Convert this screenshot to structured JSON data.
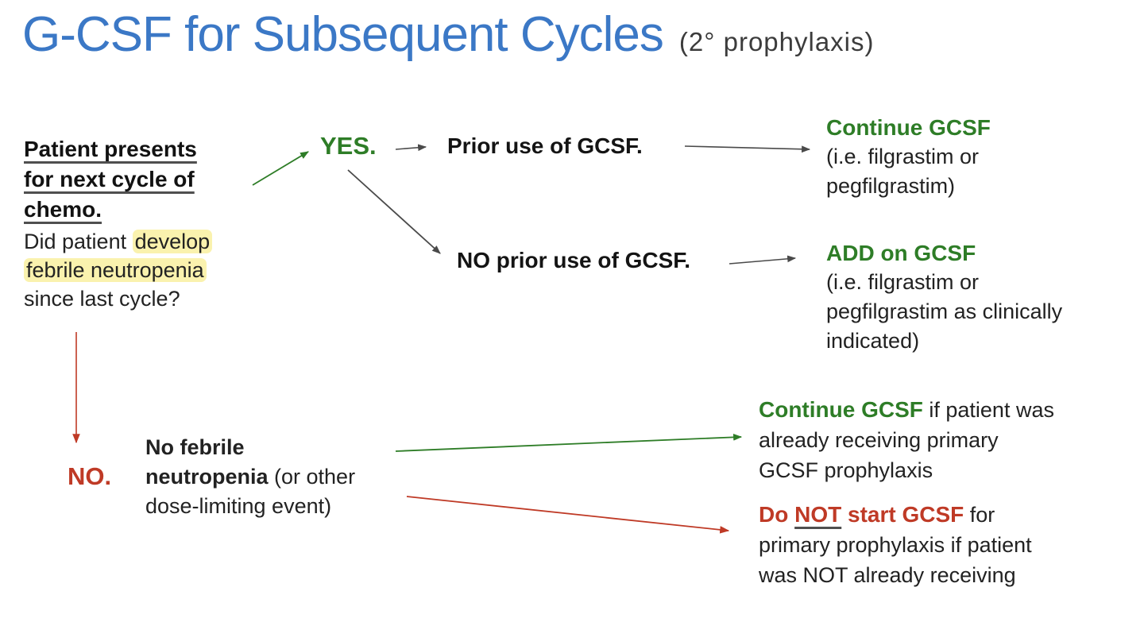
{
  "colors": {
    "title_blue": "#3b78c6",
    "green": "#2e7d27",
    "red": "#bf3a26",
    "ink": "#1b1b1b",
    "highlight_yellow": "#faf2ae",
    "arrow_gray": "#4a4a4a"
  },
  "title": {
    "main": "G-CSF for Subsequent Cycles",
    "annotation": "(2° prophylaxis)"
  },
  "start_block": {
    "heading_line1": "Patient presents",
    "heading_line2": "for next cycle of",
    "heading_line3": "chemo.",
    "question_line1_plain": "Did patient ",
    "question_line1_highlight": "develop",
    "question_line2_highlight": "febrile neutropenia",
    "question_line3_plain": "since last cycle?"
  },
  "yes_branch": {
    "label": "YES.",
    "prior_use_label": "Prior use of GCSF.",
    "no_prior_use_label": "NO prior use of GCSF.",
    "continue_gcsf": {
      "title": "Continue GCSF",
      "detail_line1": "(i.e. filgrastim or",
      "detail_line2": "pegfilgrastim)"
    },
    "add_gcsf": {
      "title": "ADD on GCSF",
      "detail_line1": "(i.e. filgrastim or",
      "detail_line2": "pegfilgrastim as clinically",
      "detail_line3": "indicated)"
    }
  },
  "no_branch": {
    "label": "NO.",
    "event_line1_bold": "No febrile",
    "event_line2_bold": "neutropenia",
    "event_line2_rest": " (or other",
    "event_line3": "dose-limiting event)",
    "continue_if": {
      "emphasis": "Continue GCSF",
      "line1_rest": " if patient was",
      "line2": "already receiving primary",
      "line3": "GCSF prophylaxis"
    },
    "do_not": {
      "emphasis_prefix": "Do ",
      "emphasis_underlined": "NOT",
      "emphasis_suffix": " start GCSF",
      "line1_rest": " for",
      "line2": "primary prophylaxis if patient",
      "line3": "was NOT already receiving"
    }
  }
}
